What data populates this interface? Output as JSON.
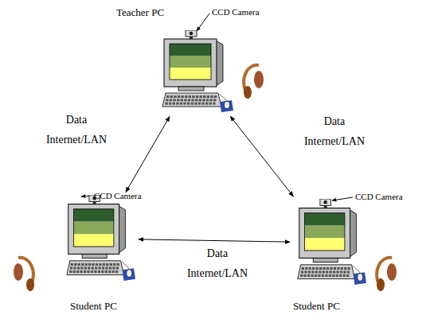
{
  "diagram": {
    "nodes": [
      {
        "text": [
          "Teacher PC"
        ]
      },
      {
        "text": [
          "Student PC"
        ]
      },
      {
        "text": [
          "Student PC"
        ]
      }
    ],
    "edges": [
      {
        "from": 0,
        "to": 1,
        "arrow": "both",
        "label": "Data Internet/LAN"
      },
      {
        "from": 0,
        "to": 2,
        "arrow": "both",
        "label": "Data Internet/LAN"
      },
      {
        "from": 1,
        "to": 2,
        "arrow": "both",
        "label": "Data Internet/LAN"
      }
    ],
    "labels": [
      "CCD Camera",
      "CCD Camera",
      "CCD Camera"
    ]
  }
}
